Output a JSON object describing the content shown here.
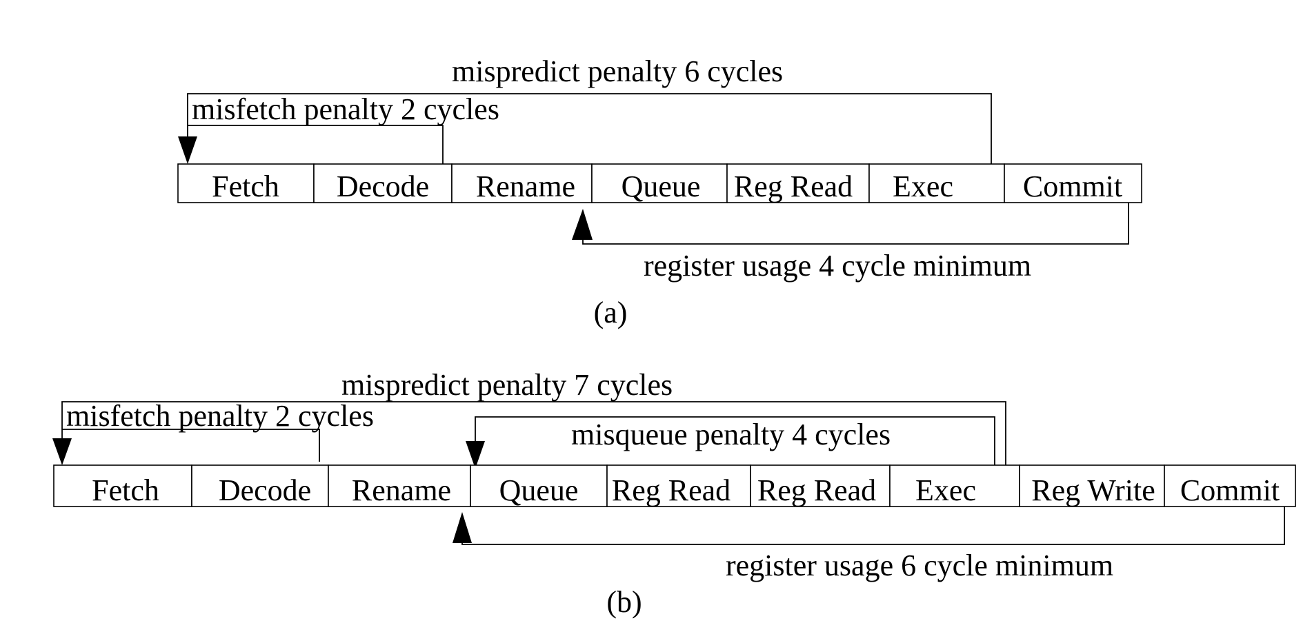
{
  "diagram_a": {
    "caption": "(a)",
    "stages": [
      "Fetch",
      "Decode",
      "Rename",
      "Queue",
      "Reg Read",
      "Exec",
      "Commit"
    ],
    "mispredict": "mispredict penalty 6 cycles",
    "misfetch": "misfetch penalty 2 cycles",
    "register_usage": "register usage 4 cycle minimum"
  },
  "diagram_b": {
    "caption": "(b)",
    "stages": [
      "Fetch",
      "Decode",
      "Rename",
      "Queue",
      "Reg Read",
      "Reg Read",
      "Exec",
      "Reg Write",
      "Commit"
    ],
    "mispredict": "mispredict penalty 7 cycles",
    "misfetch": "misfetch penalty 2 cycles",
    "misqueue": "misqueue penalty 4 cycles",
    "register_usage": "register usage 6 cycle minimum"
  }
}
